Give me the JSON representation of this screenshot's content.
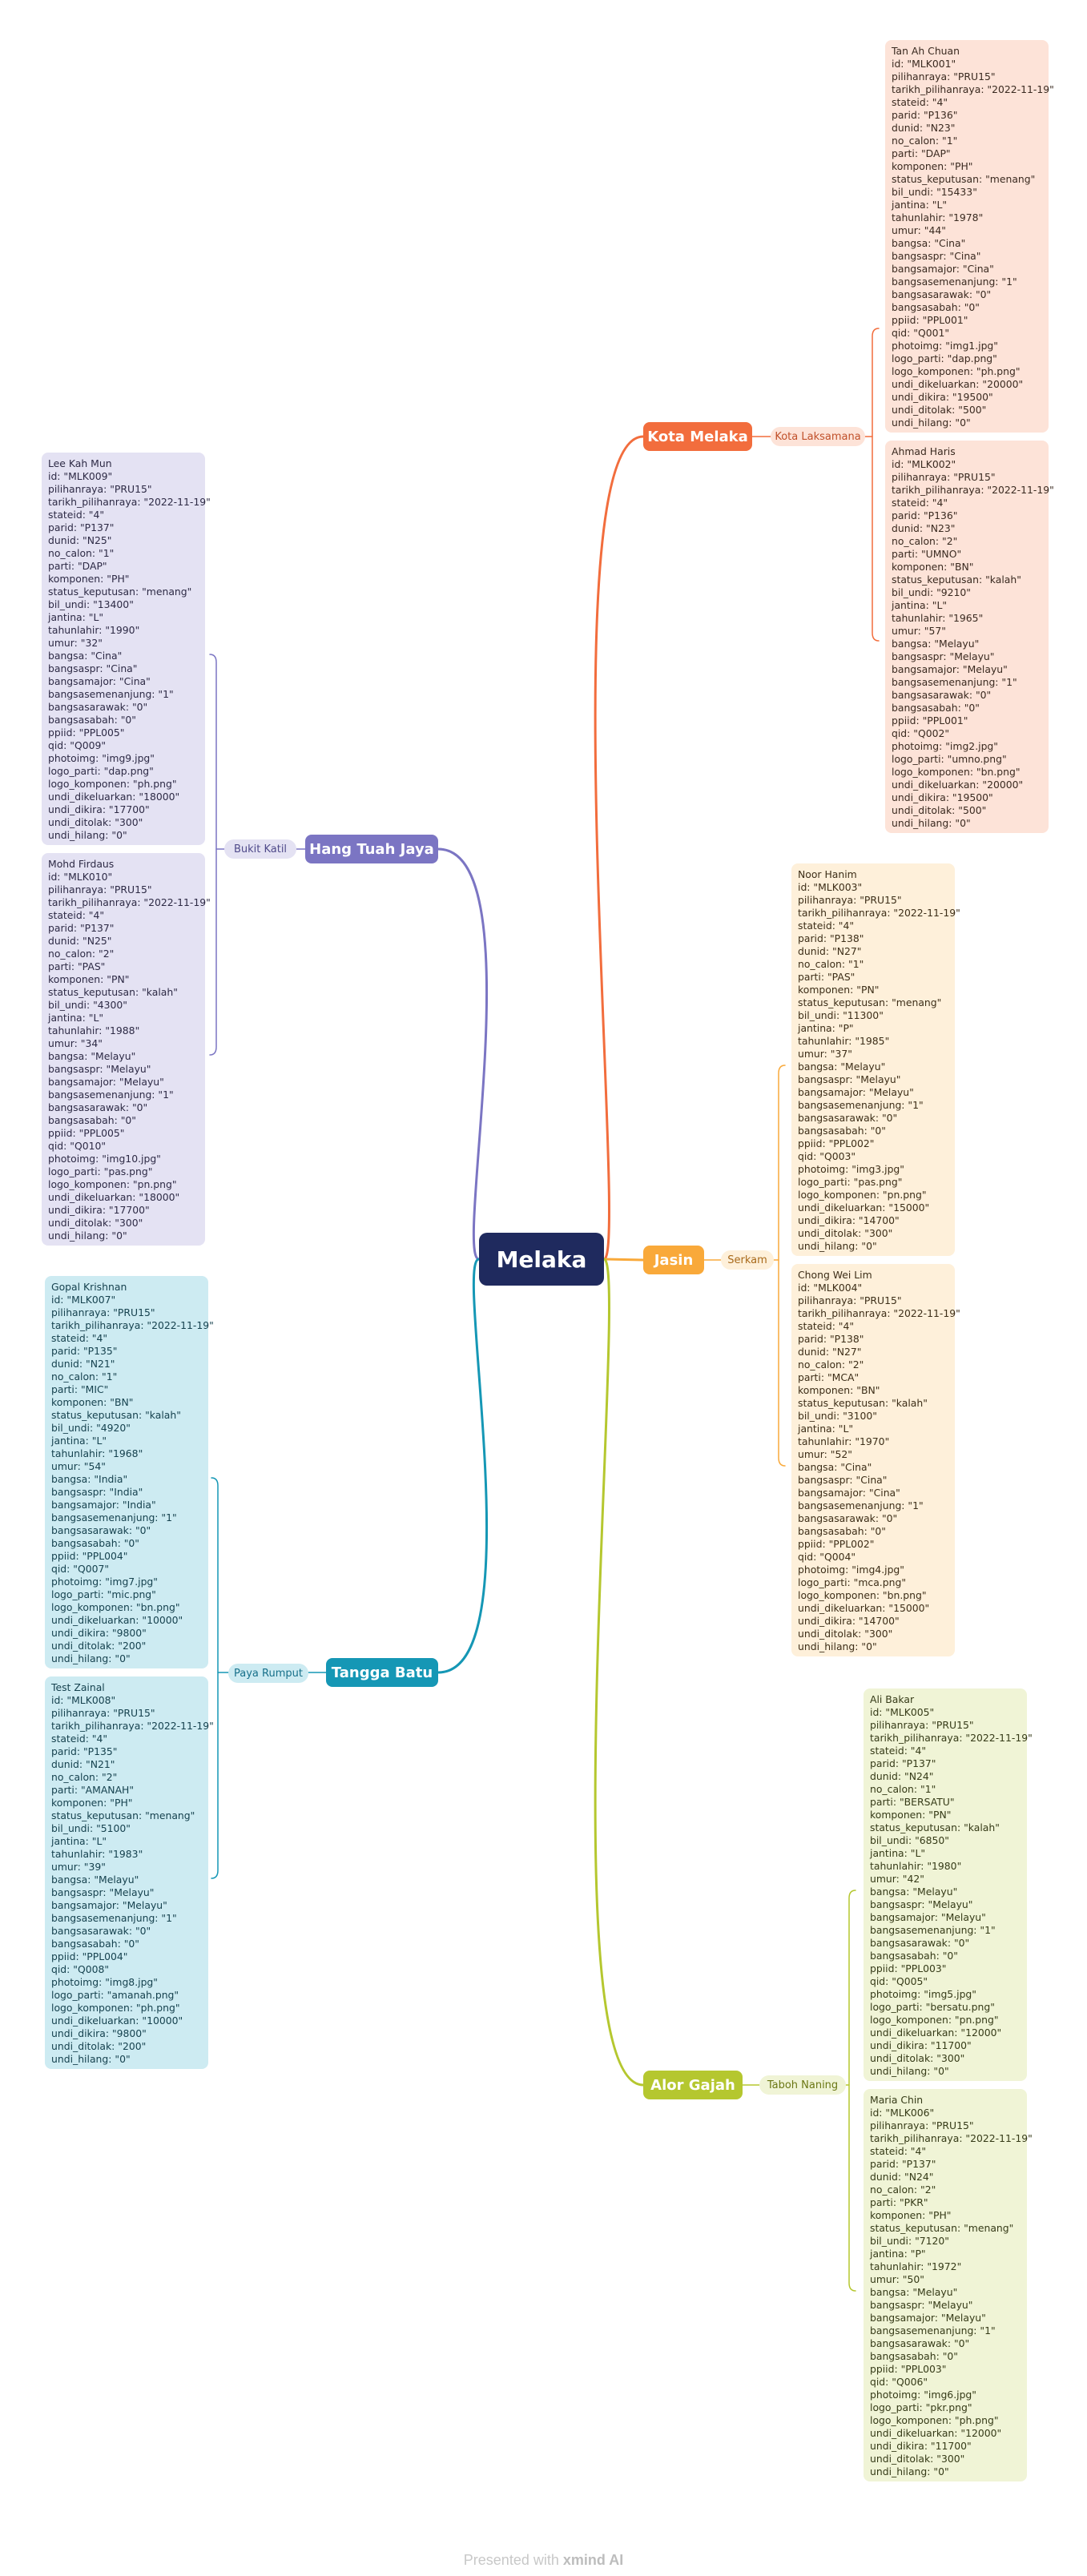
{
  "root": {
    "label": "Melaka",
    "color": "#1f2a5e"
  },
  "branches": [
    {
      "id": "kota-melaka",
      "label": "Kota Melaka",
      "color": "#f26d3d",
      "side": "right",
      "pill": "Kota Laksamana",
      "pill_bg": "#fde3d8",
      "pill_fg": "#c0502a",
      "card_bg": "#fde3d8",
      "card_fg": "#3a2a20",
      "candidates": [
        {
          "name": "Tan Ah Chuan",
          "fields": [
            "id: \"MLK001\"",
            "pilihanraya: \"PRU15\"",
            "tarikh_pilihanraya: \"2022-11-19\"",
            "stateid: \"4\"",
            "parid: \"P136\"",
            "dunid: \"N23\"",
            "no_calon: \"1\"",
            "parti: \"DAP\"",
            "komponen: \"PH\"",
            "status_keputusan: \"menang\"",
            "bil_undi: \"15433\"",
            "jantina: \"L\"",
            "tahunlahir: \"1978\"",
            "umur: \"44\"",
            "bangsa: \"Cina\"",
            "bangsaspr: \"Cina\"",
            "bangsamajor: \"Cina\"",
            "bangsasemenanjung: \"1\"",
            "bangsasarawak: \"0\"",
            "bangsasabah: \"0\"",
            "ppiid: \"PPL001\"",
            "qid: \"Q001\"",
            "photoimg: \"img1.jpg\"",
            "logo_parti: \"dap.png\"",
            "logo_komponen: \"ph.png\"",
            "undi_dikeluarkan: \"20000\"",
            "undi_dikira: \"19500\"",
            "undi_ditolak: \"500\"",
            "undi_hilang: \"0\""
          ]
        },
        {
          "name": "Ahmad Haris",
          "fields": [
            "id: \"MLK002\"",
            "pilihanraya: \"PRU15\"",
            "tarikh_pilihanraya: \"2022-11-19\"",
            "stateid: \"4\"",
            "parid: \"P136\"",
            "dunid: \"N23\"",
            "no_calon: \"2\"",
            "parti: \"UMNO\"",
            "komponen: \"BN\"",
            "status_keputusan: \"kalah\"",
            "bil_undi: \"9210\"",
            "jantina: \"L\"",
            "tahunlahir: \"1965\"",
            "umur: \"57\"",
            "bangsa: \"Melayu\"",
            "bangsaspr: \"Melayu\"",
            "bangsamajor: \"Melayu\"",
            "bangsasemenanjung: \"1\"",
            "bangsasarawak: \"0\"",
            "bangsasabah: \"0\"",
            "ppiid: \"PPL001\"",
            "qid: \"Q002\"",
            "photoimg: \"img2.jpg\"",
            "logo_parti: \"umno.png\"",
            "logo_komponen: \"bn.png\"",
            "undi_dikeluarkan: \"20000\"",
            "undi_dikira: \"19500\"",
            "undi_ditolak: \"500\"",
            "undi_hilang: \"0\""
          ]
        }
      ]
    },
    {
      "id": "hang-tuah-jaya",
      "label": "Hang Tuah Jaya",
      "color": "#7b75c3",
      "side": "left",
      "pill": "Bukit Katil",
      "pill_bg": "#e4e2f3",
      "pill_fg": "#4f4a8a",
      "card_bg": "#e4e2f3",
      "card_fg": "#2d2a45",
      "candidates": [
        {
          "name": "Lee Kah Mun",
          "fields": [
            "id: \"MLK009\"",
            "pilihanraya: \"PRU15\"",
            "tarikh_pilihanraya: \"2022-11-19\"",
            "stateid: \"4\"",
            "parid: \"P137\"",
            "dunid: \"N25\"",
            "no_calon: \"1\"",
            "parti: \"DAP\"",
            "komponen: \"PH\"",
            "status_keputusan: \"menang\"",
            "bil_undi: \"13400\"",
            "jantina: \"L\"",
            "tahunlahir: \"1990\"",
            "umur: \"32\"",
            "bangsa: \"Cina\"",
            "bangsaspr: \"Cina\"",
            "bangsamajor: \"Cina\"",
            "bangsasemenanjung: \"1\"",
            "bangsasarawak: \"0\"",
            "bangsasabah: \"0\"",
            "ppiid: \"PPL005\"",
            "qid: \"Q009\"",
            "photoimg: \"img9.jpg\"",
            "logo_parti: \"dap.png\"",
            "logo_komponen: \"ph.png\"",
            "undi_dikeluarkan: \"18000\"",
            "undi_dikira: \"17700\"",
            "undi_ditolak: \"300\"",
            "undi_hilang: \"0\""
          ]
        },
        {
          "name": "Mohd Firdaus",
          "fields": [
            "id: \"MLK010\"",
            "pilihanraya: \"PRU15\"",
            "tarikh_pilihanraya: \"2022-11-19\"",
            "stateid: \"4\"",
            "parid: \"P137\"",
            "dunid: \"N25\"",
            "no_calon: \"2\"",
            "parti: \"PAS\"",
            "komponen: \"PN\"",
            "status_keputusan: \"kalah\"",
            "bil_undi: \"4300\"",
            "jantina: \"L\"",
            "tahunlahir: \"1988\"",
            "umur: \"34\"",
            "bangsa: \"Melayu\"",
            "bangsaspr: \"Melayu\"",
            "bangsamajor: \"Melayu\"",
            "bangsasemenanjung: \"1\"",
            "bangsasarawak: \"0\"",
            "bangsasabah: \"0\"",
            "ppiid: \"PPL005\"",
            "qid: \"Q010\"",
            "photoimg: \"img10.jpg\"",
            "logo_parti: \"pas.png\"",
            "logo_komponen: \"pn.png\"",
            "undi_dikeluarkan: \"18000\"",
            "undi_dikira: \"17700\"",
            "undi_ditolak: \"300\"",
            "undi_hilang: \"0\""
          ]
        }
      ]
    },
    {
      "id": "jasin",
      "label": "Jasin",
      "color": "#f9a93a",
      "side": "right",
      "pill": "Serkam",
      "pill_bg": "#fef0da",
      "pill_fg": "#a8691a",
      "card_bg": "#fef0da",
      "card_fg": "#3d2e18",
      "candidates": [
        {
          "name": "Noor Hanim",
          "fields": [
            "id: \"MLK003\"",
            "pilihanraya: \"PRU15\"",
            "tarikh_pilihanraya: \"2022-11-19\"",
            "stateid: \"4\"",
            "parid: \"P138\"",
            "dunid: \"N27\"",
            "no_calon: \"1\"",
            "parti: \"PAS\"",
            "komponen: \"PN\"",
            "status_keputusan: \"menang\"",
            "bil_undi: \"11300\"",
            "jantina: \"P\"",
            "tahunlahir: \"1985\"",
            "umur: \"37\"",
            "bangsa: \"Melayu\"",
            "bangsaspr: \"Melayu\"",
            "bangsamajor: \"Melayu\"",
            "bangsasemenanjung: \"1\"",
            "bangsasarawak: \"0\"",
            "bangsasabah: \"0\"",
            "ppiid: \"PPL002\"",
            "qid: \"Q003\"",
            "photoimg: \"img3.jpg\"",
            "logo_parti: \"pas.png\"",
            "logo_komponen: \"pn.png\"",
            "undi_dikeluarkan: \"15000\"",
            "undi_dikira: \"14700\"",
            "undi_ditolak: \"300\"",
            "undi_hilang: \"0\""
          ]
        },
        {
          "name": "Chong Wei Lim",
          "fields": [
            "id: \"MLK004\"",
            "pilihanraya: \"PRU15\"",
            "tarikh_pilihanraya: \"2022-11-19\"",
            "stateid: \"4\"",
            "parid: \"P138\"",
            "dunid: \"N27\"",
            "no_calon: \"2\"",
            "parti: \"MCA\"",
            "komponen: \"BN\"",
            "status_keputusan: \"kalah\"",
            "bil_undi: \"3100\"",
            "jantina: \"L\"",
            "tahunlahir: \"1970\"",
            "umur: \"52\"",
            "bangsa: \"Cina\"",
            "bangsaspr: \"Cina\"",
            "bangsamajor: \"Cina\"",
            "bangsasemenanjung: \"1\"",
            "bangsasarawak: \"0\"",
            "bangsasabah: \"0\"",
            "ppiid: \"PPL002\"",
            "qid: \"Q004\"",
            "photoimg: \"img4.jpg\"",
            "logo_parti: \"mca.png\"",
            "logo_komponen: \"bn.png\"",
            "undi_dikeluarkan: \"15000\"",
            "undi_dikira: \"14700\"",
            "undi_ditolak: \"300\"",
            "undi_hilang: \"0\""
          ]
        }
      ]
    },
    {
      "id": "tangga-batu",
      "label": "Tangga Batu",
      "color": "#1597b5",
      "side": "left",
      "pill": "Paya Rumput",
      "pill_bg": "#cdebf2",
      "pill_fg": "#17708a",
      "card_bg": "#cdebf2",
      "card_fg": "#16424f",
      "candidates": [
        {
          "name": "Gopal Krishnan",
          "fields": [
            "id: \"MLK007\"",
            "pilihanraya: \"PRU15\"",
            "tarikh_pilihanraya: \"2022-11-19\"",
            "stateid: \"4\"",
            "parid: \"P135\"",
            "dunid: \"N21\"",
            "no_calon: \"1\"",
            "parti: \"MIC\"",
            "komponen: \"BN\"",
            "status_keputusan: \"kalah\"",
            "bil_undi: \"4920\"",
            "jantina: \"L\"",
            "tahunlahir: \"1968\"",
            "umur: \"54\"",
            "bangsa: \"India\"",
            "bangsaspr: \"India\"",
            "bangsamajor: \"India\"",
            "bangsasemenanjung: \"1\"",
            "bangsasarawak: \"0\"",
            "bangsasabah: \"0\"",
            "ppiid: \"PPL004\"",
            "qid: \"Q007\"",
            "photoimg: \"img7.jpg\"",
            "logo_parti: \"mic.png\"",
            "logo_komponen: \"bn.png\"",
            "undi_dikeluarkan: \"10000\"",
            "undi_dikira: \"9800\"",
            "undi_ditolak: \"200\"",
            "undi_hilang: \"0\""
          ]
        },
        {
          "name": "Test Zainal",
          "fields": [
            "id: \"MLK008\"",
            "pilihanraya: \"PRU15\"",
            "tarikh_pilihanraya: \"2022-11-19\"",
            "stateid: \"4\"",
            "parid: \"P135\"",
            "dunid: \"N21\"",
            "no_calon: \"2\"",
            "parti: \"AMANAH\"",
            "komponen: \"PH\"",
            "status_keputusan: \"menang\"",
            "bil_undi: \"5100\"",
            "jantina: \"L\"",
            "tahunlahir: \"1983\"",
            "umur: \"39\"",
            "bangsa: \"Melayu\"",
            "bangsaspr: \"Melayu\"",
            "bangsamajor: \"Melayu\"",
            "bangsasemenanjung: \"1\"",
            "bangsasarawak: \"0\"",
            "bangsasabah: \"0\"",
            "ppiid: \"PPL004\"",
            "qid: \"Q008\"",
            "photoimg: \"img8.jpg\"",
            "logo_parti: \"amanah.png\"",
            "logo_komponen: \"ph.png\"",
            "undi_dikeluarkan: \"10000\"",
            "undi_dikira: \"9800\"",
            "undi_ditolak: \"200\"",
            "undi_hilang: \"0\""
          ]
        }
      ]
    },
    {
      "id": "alor-gajah",
      "label": "Alor Gajah",
      "color": "#b5c72f",
      "side": "right",
      "pill": "Taboh Naning",
      "pill_bg": "#f0f4d6",
      "pill_fg": "#6b7714",
      "card_bg": "#f0f4d6",
      "card_fg": "#363b18",
      "candidates": [
        {
          "name": "Ali Bakar",
          "fields": [
            "id: \"MLK005\"",
            "pilihanraya: \"PRU15\"",
            "tarikh_pilihanraya: \"2022-11-19\"",
            "stateid: \"4\"",
            "parid: \"P137\"",
            "dunid: \"N24\"",
            "no_calon: \"1\"",
            "parti: \"BERSATU\"",
            "komponen: \"PN\"",
            "status_keputusan: \"kalah\"",
            "bil_undi: \"6850\"",
            "jantina: \"L\"",
            "tahunlahir: \"1980\"",
            "umur: \"42\"",
            "bangsa: \"Melayu\"",
            "bangsaspr: \"Melayu\"",
            "bangsamajor: \"Melayu\"",
            "bangsasemenanjung: \"1\"",
            "bangsasarawak: \"0\"",
            "bangsasabah: \"0\"",
            "ppiid: \"PPL003\"",
            "qid: \"Q005\"",
            "photoimg: \"img5.jpg\"",
            "logo_parti: \"bersatu.png\"",
            "logo_komponen: \"pn.png\"",
            "undi_dikeluarkan: \"12000\"",
            "undi_dikira: \"11700\"",
            "undi_ditolak: \"300\"",
            "undi_hilang: \"0\""
          ]
        },
        {
          "name": "Maria Chin",
          "fields": [
            "id: \"MLK006\"",
            "pilihanraya: \"PRU15\"",
            "tarikh_pilihanraya: \"2022-11-19\"",
            "stateid: \"4\"",
            "parid: \"P137\"",
            "dunid: \"N24\"",
            "no_calon: \"2\"",
            "parti: \"PKR\"",
            "komponen: \"PH\"",
            "status_keputusan: \"menang\"",
            "bil_undi: \"7120\"",
            "jantina: \"P\"",
            "tahunlahir: \"1972\"",
            "umur: \"50\"",
            "bangsa: \"Melayu\"",
            "bangsaspr: \"Melayu\"",
            "bangsamajor: \"Melayu\"",
            "bangsasemenanjung: \"1\"",
            "bangsasarawak: \"0\"",
            "bangsasabah: \"0\"",
            "ppiid: \"PPL003\"",
            "qid: \"Q006\"",
            "photoimg: \"img6.jpg\"",
            "logo_parti: \"pkr.png\"",
            "logo_komponen: \"ph.png\"",
            "undi_dikeluarkan: \"12000\"",
            "undi_dikira: \"11700\"",
            "undi_ditolak: \"300\"",
            "undi_hilang: \"0\""
          ]
        }
      ]
    }
  ],
  "footer": {
    "prefix": "Presented with ",
    "brand": "xmind AI"
  }
}
